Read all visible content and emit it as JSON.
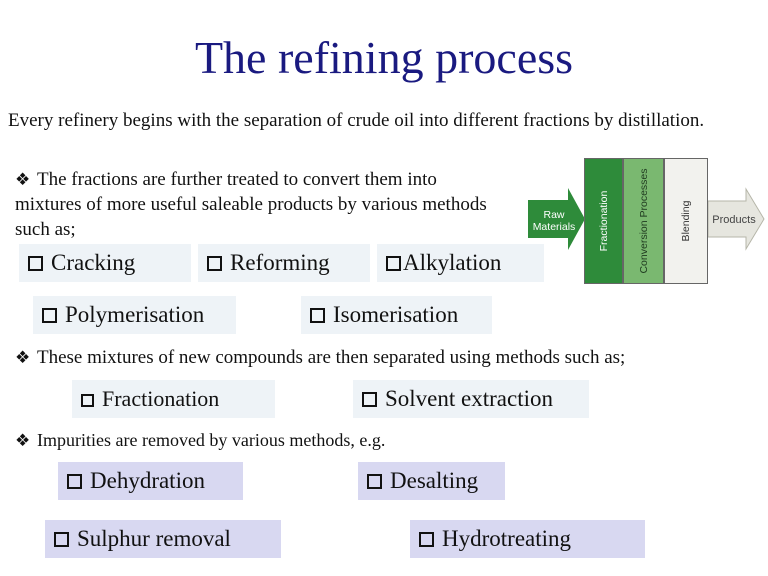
{
  "title": "The refining process",
  "intro": "Every refinery begins with the separation of crude oil into different fractions by distillation.",
  "bullet_symbol": "❖",
  "bullets": [
    "The fractions are further treated to convert them into mixtures of more useful saleable products by various methods such as;",
    "These mixtures of new compounds are then separated using methods such as;",
    "Impurities are removed by various methods, e.g."
  ],
  "conversion_methods": [
    "Cracking",
    "Reforming",
    "Alkylation",
    "Polymerisation",
    "Isomerisation"
  ],
  "separation_methods": [
    "Fractionation",
    "Solvent extraction"
  ],
  "purification_methods": [
    "Dehydration",
    "Desalting",
    "Sulphur removal",
    "Hydrotreating"
  ],
  "diagram": {
    "input_label_line1": "Raw",
    "input_label_line2": "Materials",
    "stages": [
      "Fractionation",
      "Conversion Processes",
      "Blending"
    ],
    "output_label": "Products",
    "colors": {
      "fractionation": "#2e8b3a",
      "conversion": "#7ab870",
      "blending": "#f2f2ee",
      "products_arrow": "#e6e6df",
      "raw_arrow": "#2e8b3a"
    }
  },
  "colors": {
    "title": "#1a1a80",
    "chip_light": "#eef3f7",
    "chip_purple": "#d8d8f1"
  }
}
